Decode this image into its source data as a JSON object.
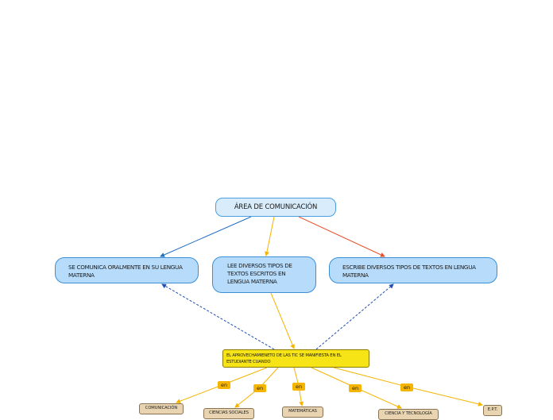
{
  "root": {
    "label": "ÁREA DE COMUNICACIÓN"
  },
  "branches": [
    {
      "label": "SE COMUNICA ORALMENTE EN SU LENGUA MATERNA"
    },
    {
      "label": "LEE DIVERSOS TIPOS DE TEXTOS ESCRITOS EN LENGUA MATERNA"
    },
    {
      "label": "ESCRIBE DIVERSOS TIPOS DE TEXTOS EN LENGUA MATERNA"
    }
  ],
  "tic_node": {
    "label": "EL APROVECHAMIENETO DE LAS TIC SE MANIFIESTA EN EL ESTUDIANTE CUANDO"
  },
  "link_labels": [
    "en",
    "en",
    "en",
    "en",
    "en"
  ],
  "leaves": [
    {
      "label": "COMUNICACIÓN"
    },
    {
      "label": "CIENCIAS SOCIALES"
    },
    {
      "label": "MATEMÁTICAS"
    },
    {
      "label": "CIENCIA Y TECNOLOGÍA"
    },
    {
      "label": "E.P.T."
    }
  ],
  "colors": {
    "root_fill": "#d8ecfb",
    "branch_fill": "#b7dcfb",
    "tic_fill": "#f7e417",
    "leaf_fill": "#e8d4b0",
    "connector_blue": "#1f6fc4",
    "connector_orange": "#f5b400",
    "connector_red": "#e8502a",
    "connector_dashed": "#1f4fb0"
  }
}
